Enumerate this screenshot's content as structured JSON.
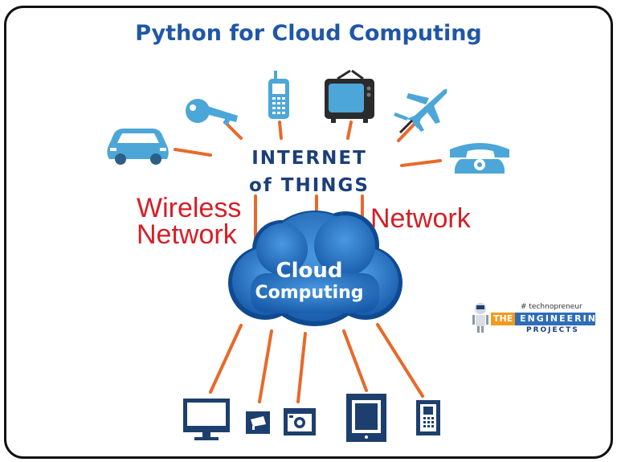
{
  "title": "Python for Cloud Computing",
  "hub": {
    "line1": "INTERNET",
    "line2": "of THINGS"
  },
  "labels": {
    "left_line1": "Wireless",
    "left_line2": "Network",
    "right": "Network"
  },
  "cloud": {
    "line1": "Cloud",
    "line2": "Computing"
  },
  "brand": {
    "tag": "# technopreneur",
    "the": "THE",
    "main": "ENGINEERING",
    "sub": "PROJECTS"
  },
  "colors": {
    "title": "#1f57a7",
    "icon_blue": "#4ca6d8",
    "connector": "#e8692a",
    "network_red": "#d61e26",
    "cloud_blue": "#1e6fc2",
    "device_navy": "#1d3f6e"
  },
  "top_icons": [
    "car-icon",
    "key-icon",
    "cellphone-icon",
    "television-icon",
    "airplane-icon",
    "telephone-icon"
  ],
  "bottom_icons": [
    "monitor-icon",
    "security-camera-icon",
    "photo-camera-icon",
    "tablet-icon",
    "mobile-phone-icon"
  ]
}
